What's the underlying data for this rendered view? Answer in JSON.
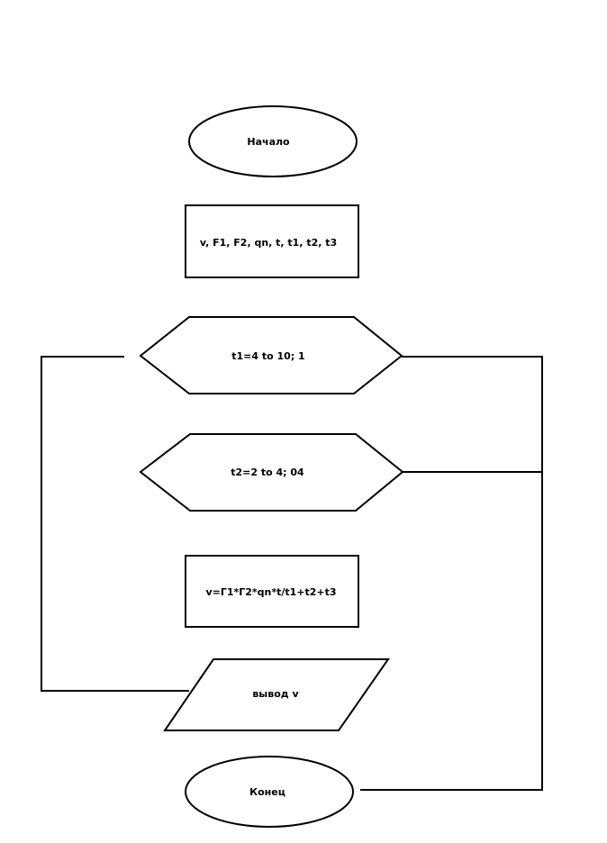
{
  "diagram": {
    "start": "Начало",
    "input": "v, F1, F2, qn, t, t1, t2, t3",
    "loop1": "t1=4 to 10; 1",
    "loop2": "t2=2 to 4; 04",
    "process": "v=Г1*Г2*qn*t/t1+t2+t3",
    "output": "вывод v",
    "end": "Конец"
  },
  "colors": {
    "stroke": "#000000",
    "background": "#ffffff"
  }
}
